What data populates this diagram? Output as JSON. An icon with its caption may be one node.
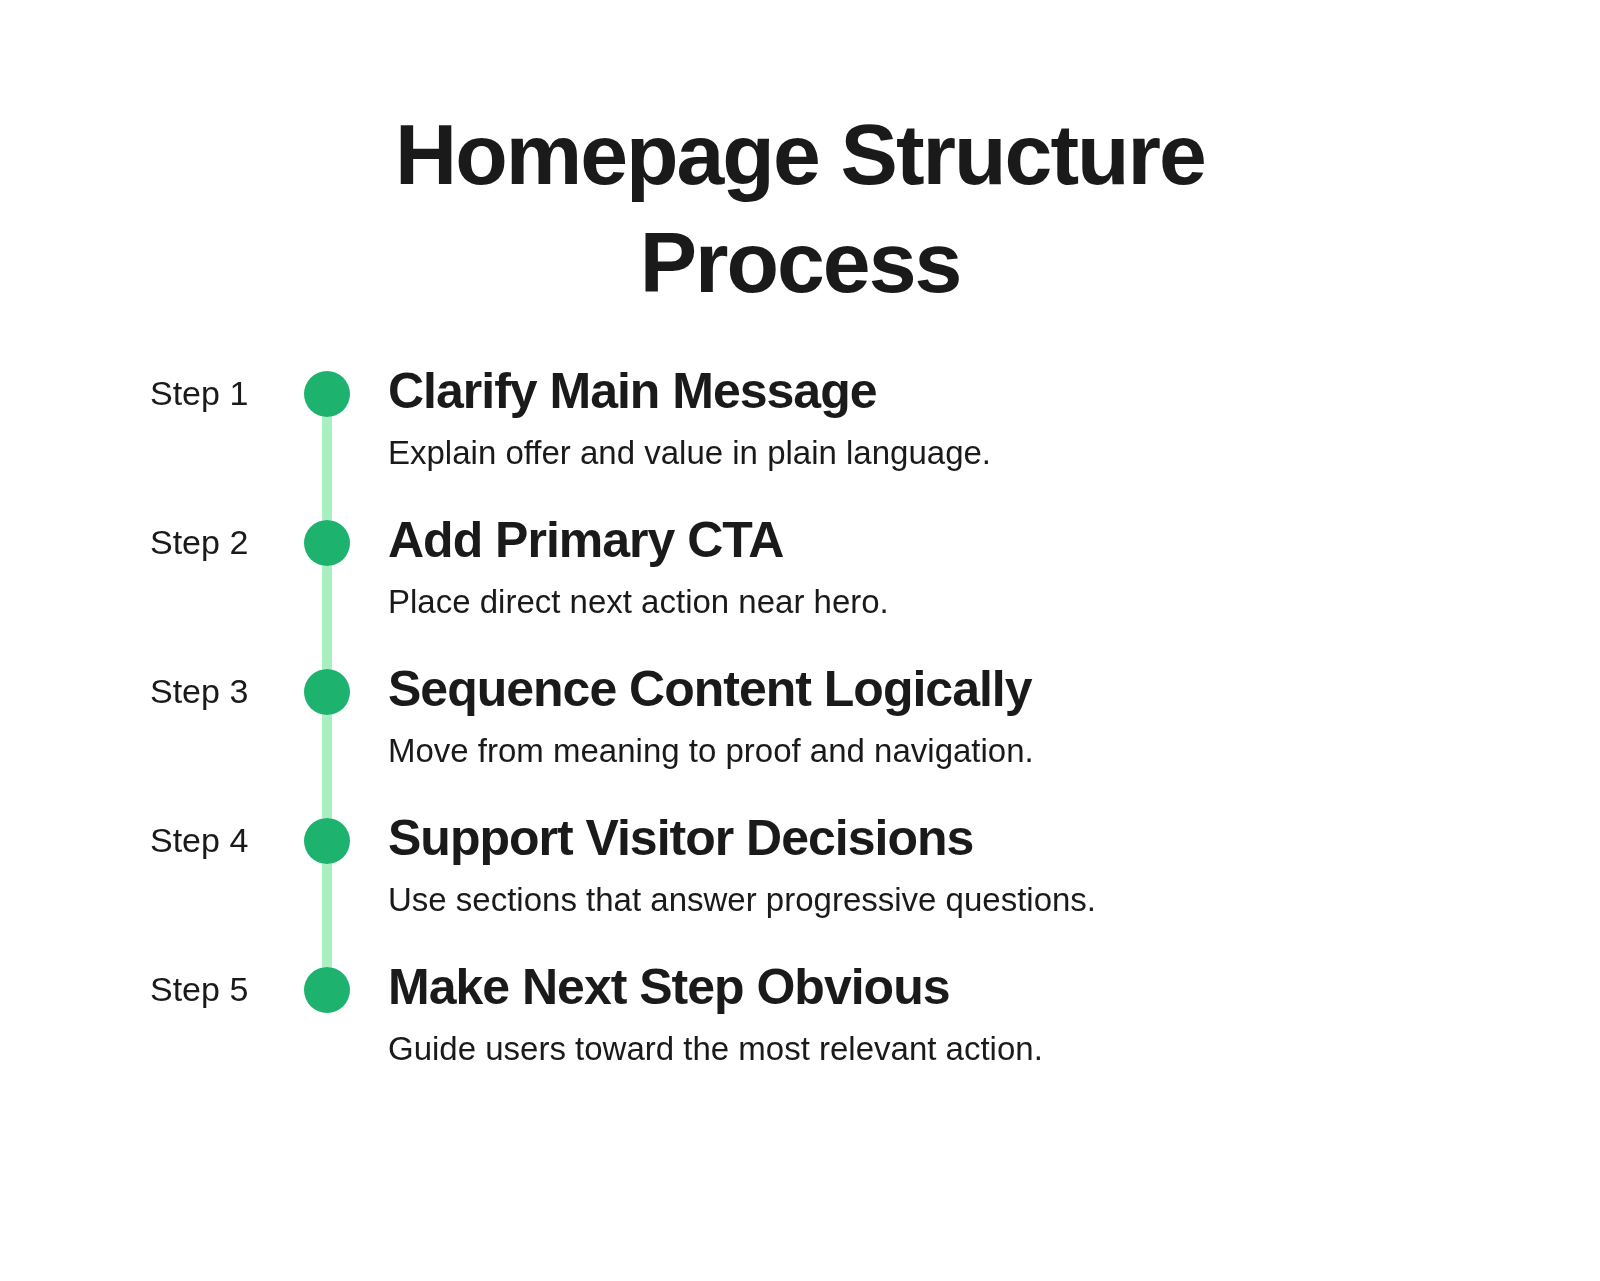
{
  "diagram": {
    "title": "Homepage Structure Process",
    "nodes": [
      {
        "text": [],
        "shape": "circle",
        "beside": [
          "Step 1",
          "Clarify Main Message",
          "Explain offer and value in plain language."
        ]
      },
      {
        "text": [],
        "shape": "circle",
        "beside": [
          "Step 2",
          "Add Primary CTA",
          "Place direct next action near hero."
        ]
      },
      {
        "text": [],
        "shape": "circle",
        "beside": [
          "Step 3",
          "Sequence Content Logically",
          "Move from meaning to proof and navigation."
        ]
      },
      {
        "text": [],
        "shape": "circle",
        "beside": [
          "Step 4",
          "Support Visitor Decisions",
          "Use sections that answer progressive questions."
        ]
      },
      {
        "text": [],
        "shape": "circle",
        "beside": [
          "Step 5",
          "Make Next Step Obvious",
          "Guide users toward the most relevant action."
        ]
      }
    ],
    "edges": [
      {
        "from": 0,
        "to": 1,
        "arrow": "none"
      },
      {
        "from": 1,
        "to": 2,
        "arrow": "none"
      },
      {
        "from": 2,
        "to": 3,
        "arrow": "none"
      },
      {
        "from": 3,
        "to": 4,
        "arrow": "none"
      }
    ]
  }
}
